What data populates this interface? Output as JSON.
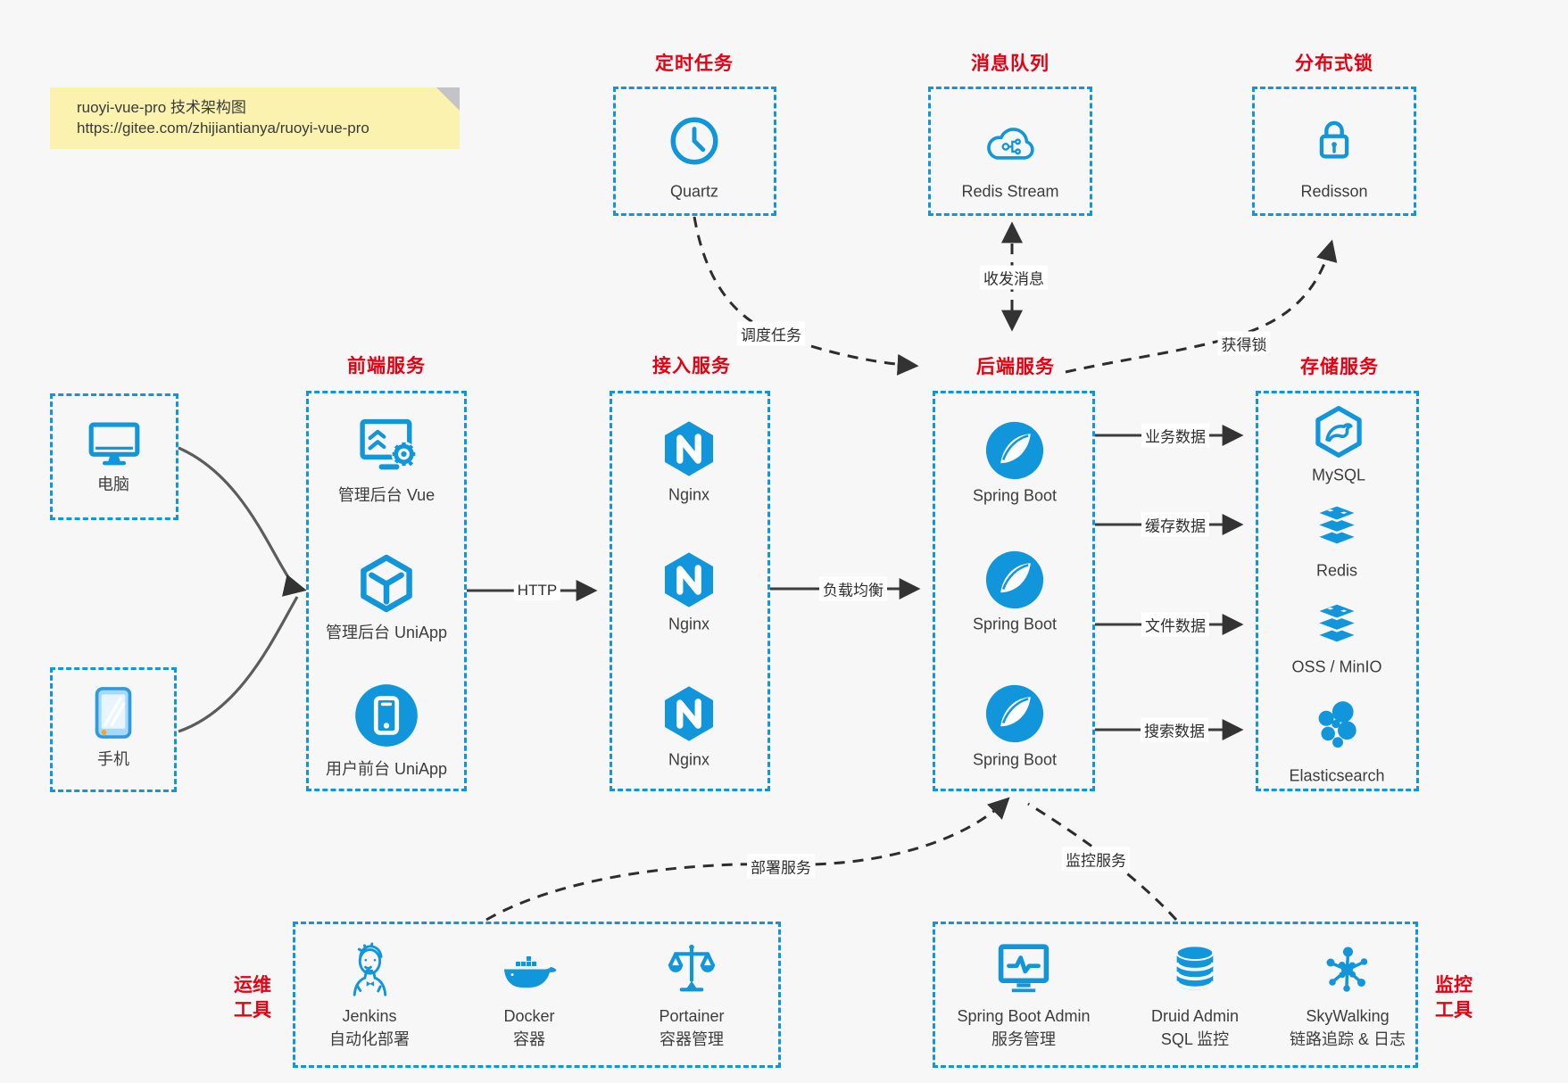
{
  "note": {
    "title": "ruoyi-vue-pro 技术架构图",
    "url": "https://gitee.com/zhijiantianya/ruoyi-vue-pro"
  },
  "colors": {
    "accent_blue": "#1296db",
    "title_red": "#e60012",
    "note_yellow": "#faf2ae",
    "background": "#f7f7f8"
  },
  "top_services": [
    {
      "title": "定时任务",
      "item": "Quartz",
      "icon": "clock-icon"
    },
    {
      "title": "消息队列",
      "item": "Redis Stream",
      "icon": "cloud-message-icon"
    },
    {
      "title": "分布式锁",
      "item": "Redisson",
      "icon": "lock-icon"
    }
  ],
  "clients": [
    {
      "label": "电脑",
      "icon": "desktop-icon"
    },
    {
      "label": "手机",
      "icon": "mobile-icon"
    }
  ],
  "columns": [
    {
      "title": "前端服务",
      "items": [
        "管理后台 Vue",
        "管理后台 UniApp",
        "用户前台 UniApp"
      ]
    },
    {
      "title": "接入服务",
      "items": [
        "Nginx",
        "Nginx",
        "Nginx"
      ]
    },
    {
      "title": "后端服务",
      "items": [
        "Spring Boot",
        "Spring Boot",
        "Spring Boot"
      ]
    },
    {
      "title": "存储服务",
      "items": [
        "MySQL",
        "Redis",
        "OSS / MinIO",
        "Elasticsearch"
      ]
    }
  ],
  "bottom_groups": [
    {
      "title_line1": "运维",
      "title_line2": "工具",
      "items": [
        {
          "name": "Jenkins",
          "desc": "自动化部署"
        },
        {
          "name": "Docker",
          "desc": "容器"
        },
        {
          "name": "Portainer",
          "desc": "容器管理"
        }
      ]
    },
    {
      "title_line1": "监控",
      "title_line2": "工具",
      "items": [
        {
          "name": "Spring Boot Admin",
          "desc": "服务管理"
        },
        {
          "name": "Druid Admin",
          "desc": "SQL 监控"
        },
        {
          "name": "SkyWalking",
          "desc": "链路追踪 & 日志"
        }
      ]
    }
  ],
  "edges": {
    "http": "HTTP",
    "load_balance": "负载均衡",
    "schedule": "调度任务",
    "messages": "收发消息",
    "get_lock": "获得锁",
    "business_data": "业务数据",
    "cache_data": "缓存数据",
    "file_data": "文件数据",
    "search_data": "搜索数据",
    "deploy": "部署服务",
    "monitor": "监控服务"
  }
}
